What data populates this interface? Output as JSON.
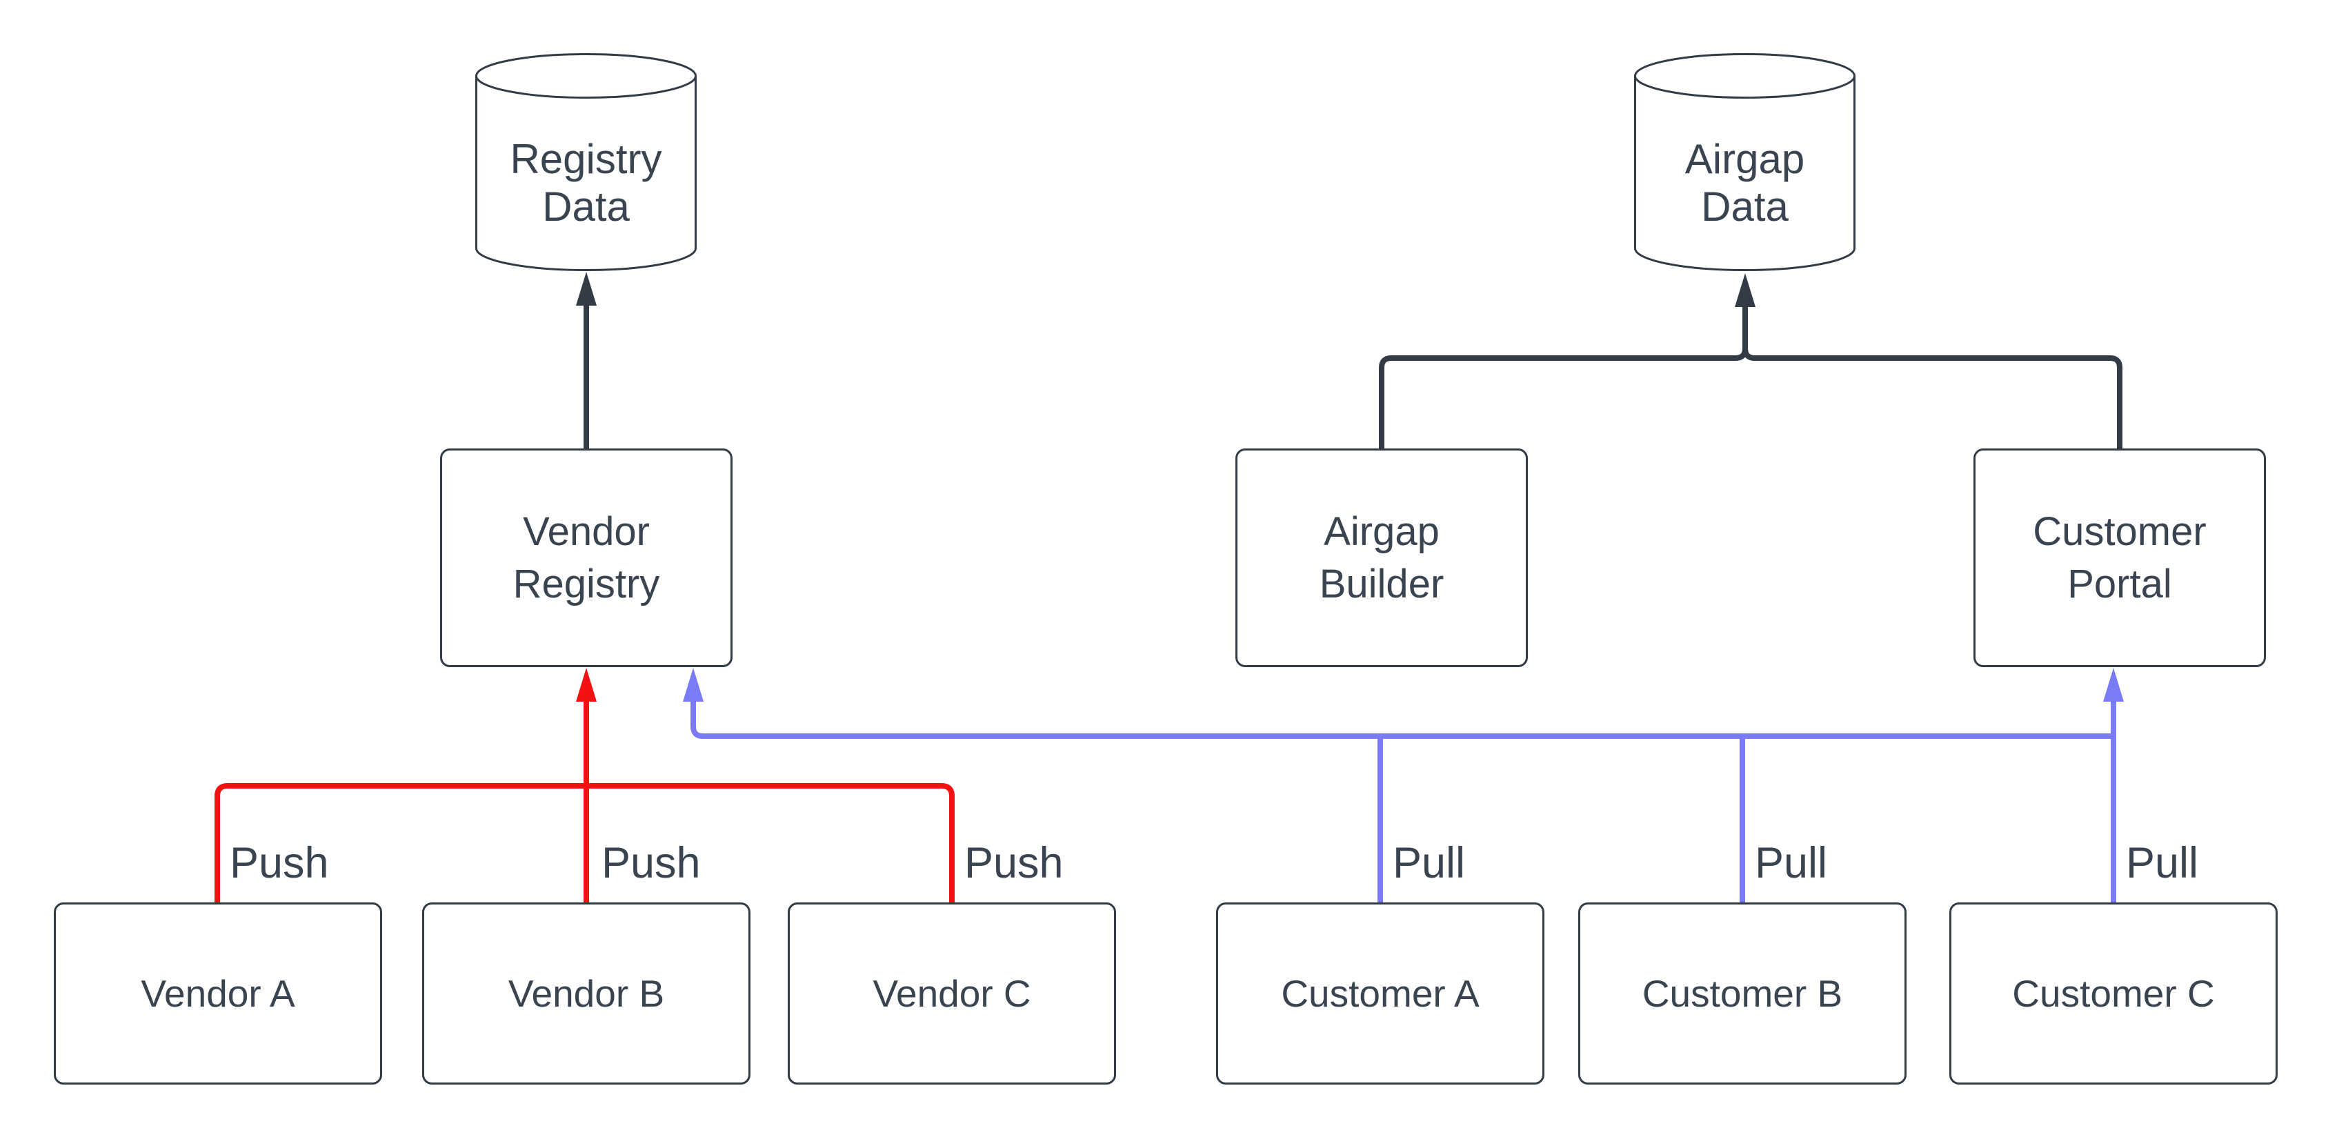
{
  "diagram": {
    "colors": {
      "background": "#ffffff",
      "ink": "#333b47",
      "text": "#3a4350",
      "push": "#f31111",
      "pull": "#7b7bf6"
    },
    "datastores": [
      {
        "label": "Registry Data"
      },
      {
        "label": "Airgap Data"
      }
    ],
    "services": [
      {
        "label": "Vendor Registry"
      },
      {
        "label": "Airgap Builder"
      },
      {
        "label": "Customer Portal"
      }
    ],
    "vendors": [
      {
        "label": "Vendor A",
        "edge_label": "Push"
      },
      {
        "label": "Vendor B",
        "edge_label": "Push"
      },
      {
        "label": "Vendor C",
        "edge_label": "Push"
      }
    ],
    "customers": [
      {
        "label": "Customer A",
        "edge_label": "Pull"
      },
      {
        "label": "Customer B",
        "edge_label": "Pull"
      },
      {
        "label": "Customer C",
        "edge_label": "Pull"
      }
    ]
  }
}
